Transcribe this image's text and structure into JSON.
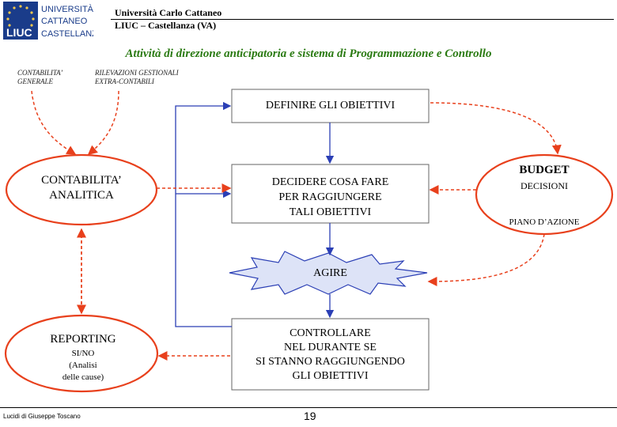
{
  "header": {
    "logo_text": [
      "UNIVERSITÀ",
      "CATTANEO",
      "CASTELLANZA"
    ],
    "logo_abbr": "LIUC",
    "line1": "Università Carlo Cattaneo",
    "line2": "LIUC – Castellanza (VA)"
  },
  "title": "Attività di direzione anticipatoria e sistema di Programmazione e Controllo",
  "labels": {
    "contabilita_generale": [
      "CONTABILITA’",
      "GENERALE"
    ],
    "rilevazioni": [
      "RILEVAZIONI GESTIONALI",
      "EXTRA-CONTABILI"
    ]
  },
  "boxes": {
    "definire": "DEFINIRE GLI OBIETTIVI",
    "decidere": [
      "DECIDERE COSA FARE",
      "PER RAGGIUNGERE",
      "TALI OBIETTIVI"
    ],
    "agire": "AGIRE",
    "controllare": [
      "CONTROLLARE",
      "NEL DURANTE SE",
      "SI STANNO RAGGIUNGENDO",
      "GLI OBIETTIVI"
    ]
  },
  "ellipses": {
    "contabilita_analitica": [
      "CONTABILITA’",
      "ANALITICA"
    ],
    "budget": {
      "title": "BUDGET",
      "sub1": "DECISIONI",
      "sub2": "PIANO D’AZIONE"
    },
    "reporting": {
      "title": "REPORTING",
      "lines": [
        "SI/NO",
        "(Analisi",
        "delle cause)"
      ]
    }
  },
  "footer": {
    "author": "Lucidi di Giuseppe Toscano",
    "page": "19"
  },
  "colors": {
    "title": "#2a7a12",
    "accent_red": "#e8401c",
    "flow_blue": "#2b3fb5",
    "logo_blue": "#1a3c8a"
  }
}
